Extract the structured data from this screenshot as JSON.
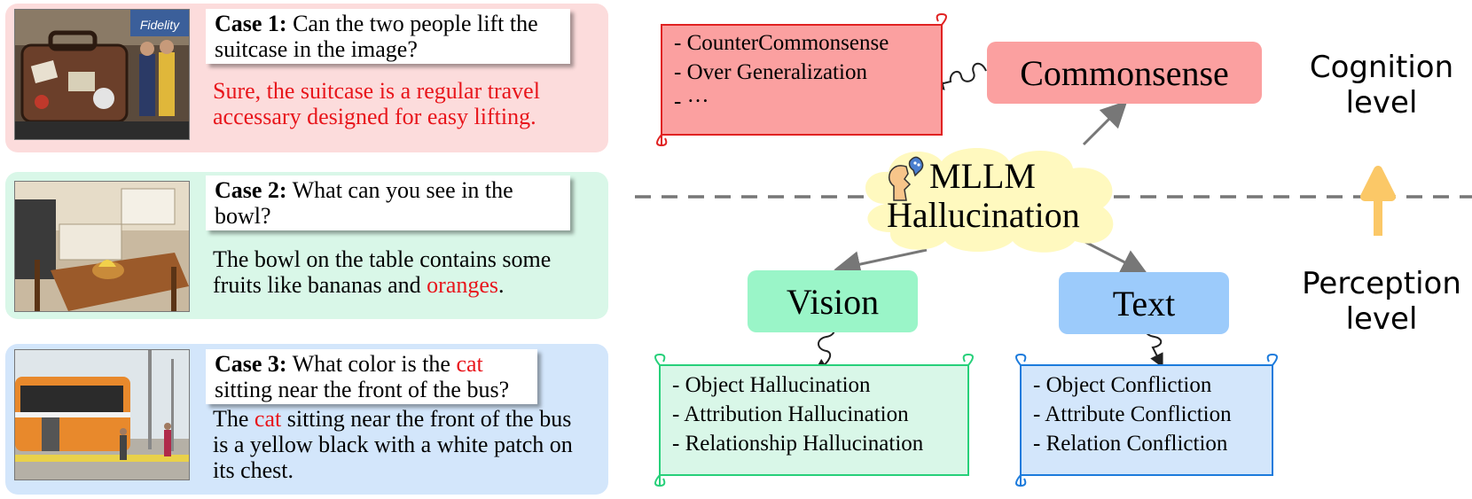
{
  "cases": [
    {
      "label": "Case 1:",
      "question": " Can the two people lift the suitcase in the image?",
      "answer_parts": [
        {
          "text": "Sure, the suitcase is a regular travel accessary designed for easy lifting.",
          "highlight": true
        }
      ],
      "image_desc_icon": "suitcase-photo"
    },
    {
      "label": "Case 2:",
      "question": " What can you see in the bowl?",
      "answer_parts": [
        {
          "text": "The bowl on the table contains some fruits like bananas and ",
          "highlight": false
        },
        {
          "text": "oranges",
          "highlight": true
        },
        {
          "text": ".",
          "highlight": false
        }
      ],
      "image_desc_icon": "kitchen-photo"
    },
    {
      "label": "Case 3:",
      "question_parts": [
        {
          "text": " What color is the ",
          "highlight": false
        },
        {
          "text": "cat",
          "highlight": true
        },
        {
          "text": " sitting near the front of the bus?",
          "highlight": false
        }
      ],
      "answer_parts": [
        {
          "text": "The ",
          "highlight": false
        },
        {
          "text": "cat",
          "highlight": true
        },
        {
          "text": " sitting near the front of the bus is a yellow black with a white patch on its chest.",
          "highlight": false
        }
      ],
      "image_desc_icon": "bus-photo",
      "photo_sign": "Fidelity"
    }
  ],
  "center": {
    "line1": "MLLM",
    "line2": "Hallucination"
  },
  "nodes": {
    "commonsense": "Commonsense",
    "vision": "Vision",
    "text": "Text"
  },
  "lists": {
    "commonsense": [
      "- CounterCommonsense",
      "- Over Generalization",
      "- ···"
    ],
    "vision": [
      "- Object Hallucination",
      "- Attribution Hallucination",
      "- Relationship Hallucination"
    ],
    "text": [
      "- Object Confliction",
      "- Attribute Confliction",
      "- Relation Confliction"
    ]
  },
  "levels": {
    "cognition": [
      "Cognition",
      "level"
    ],
    "perception": [
      "Perception",
      "level"
    ]
  },
  "colors": {
    "red_panel": "#fcdcdc",
    "green_panel": "#d9f7e8",
    "blue_panel": "#d3e6fb",
    "commonsense_node": "#fba0a0",
    "vision_node": "#9af5c8",
    "text_node": "#9ccbfb",
    "cloud": "#fff9bf",
    "arrow_up": "#fbc867",
    "highlight_text": "#e8151b"
  }
}
